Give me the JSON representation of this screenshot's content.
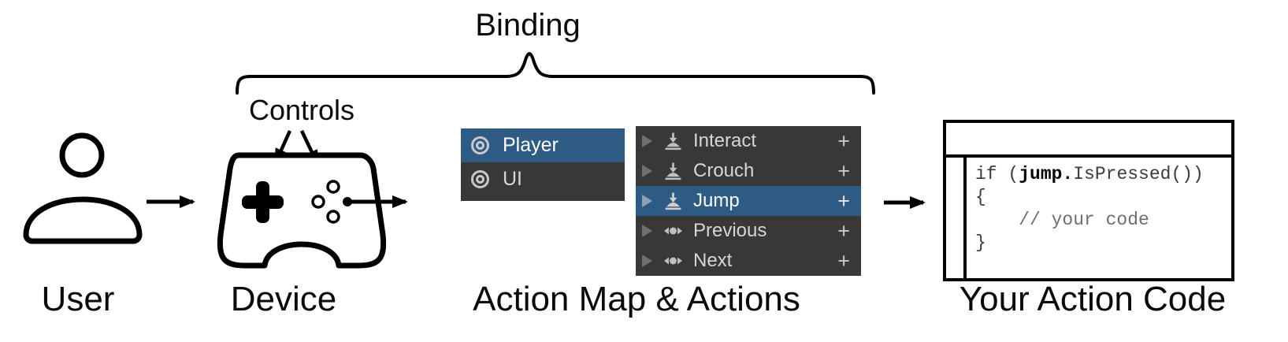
{
  "labels": {
    "binding": "Binding",
    "controls": "Controls",
    "user": "User",
    "device": "Device",
    "action_map": "Action Map & Actions",
    "action_code": "Your Action Code"
  },
  "colors": {
    "selection_blue": "#2e5b84",
    "panel_background": "#383838",
    "row_text": "#d6d6d6",
    "icon_gray": "#c9c9c9"
  },
  "action_maps": {
    "items": [
      {
        "label": "Player",
        "selected": true
      },
      {
        "label": "UI",
        "selected": false
      }
    ]
  },
  "actions": {
    "add_label": "+",
    "items": [
      {
        "label": "Interact",
        "icon": "button-press-icon",
        "selected": false
      },
      {
        "label": "Crouch",
        "icon": "button-press-icon",
        "selected": false
      },
      {
        "label": "Jump",
        "icon": "button-press-icon",
        "selected": true
      },
      {
        "label": "Previous",
        "icon": "axis-icon",
        "selected": false
      },
      {
        "label": "Next",
        "icon": "axis-icon",
        "selected": false
      }
    ]
  },
  "code": {
    "line1_prefix": "if (",
    "line1_bold": "jump.",
    "line1_suffix": "IsPressed())",
    "line2": "{",
    "line3": "    // your code",
    "line4": "}"
  }
}
